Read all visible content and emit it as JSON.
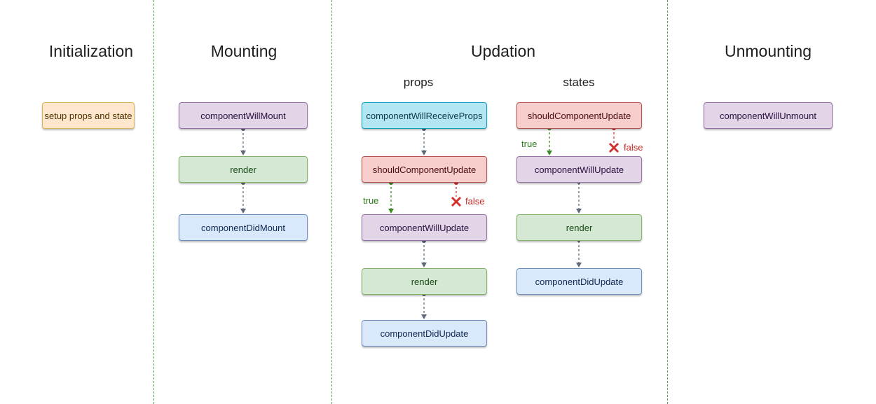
{
  "sections": {
    "initialization": "Initialization",
    "mounting": "Mounting",
    "updation": "Updation",
    "unmounting": "Unmounting"
  },
  "subsections": {
    "props": "props",
    "states": "states"
  },
  "nodes": {
    "init_setup": "setup props and state",
    "mount_will": "componentWillMount",
    "mount_render": "render",
    "mount_did": "componentDidMount",
    "props_receive": "componentWillReceiveProps",
    "props_should": "shouldComponentUpdate",
    "props_will": "componentWillUpdate",
    "props_render": "render",
    "props_did": "componentDidUpdate",
    "states_should": "shouldComponentUpdate",
    "states_will": "componentWillUpdate",
    "states_render": "render",
    "states_did": "componentDidUpdate",
    "unmount_will": "componentWillUnmount"
  },
  "edge_labels": {
    "props_true": "true",
    "props_false": "false",
    "states_true": "true",
    "states_false": "false"
  },
  "colors": {
    "divider": "#52a84f",
    "arrow": "#5f6b7a",
    "true_arrow": "#3c8a24",
    "false_marker": "#d32f2f",
    "initialization_fill": "#ffe6cc",
    "will_fill": "#e1d5e7",
    "render_fill": "#d5e8d4",
    "did_fill": "#dae8fc",
    "receive_props_fill": "#b1e6f2",
    "should_update_fill": "#f8cecc"
  }
}
